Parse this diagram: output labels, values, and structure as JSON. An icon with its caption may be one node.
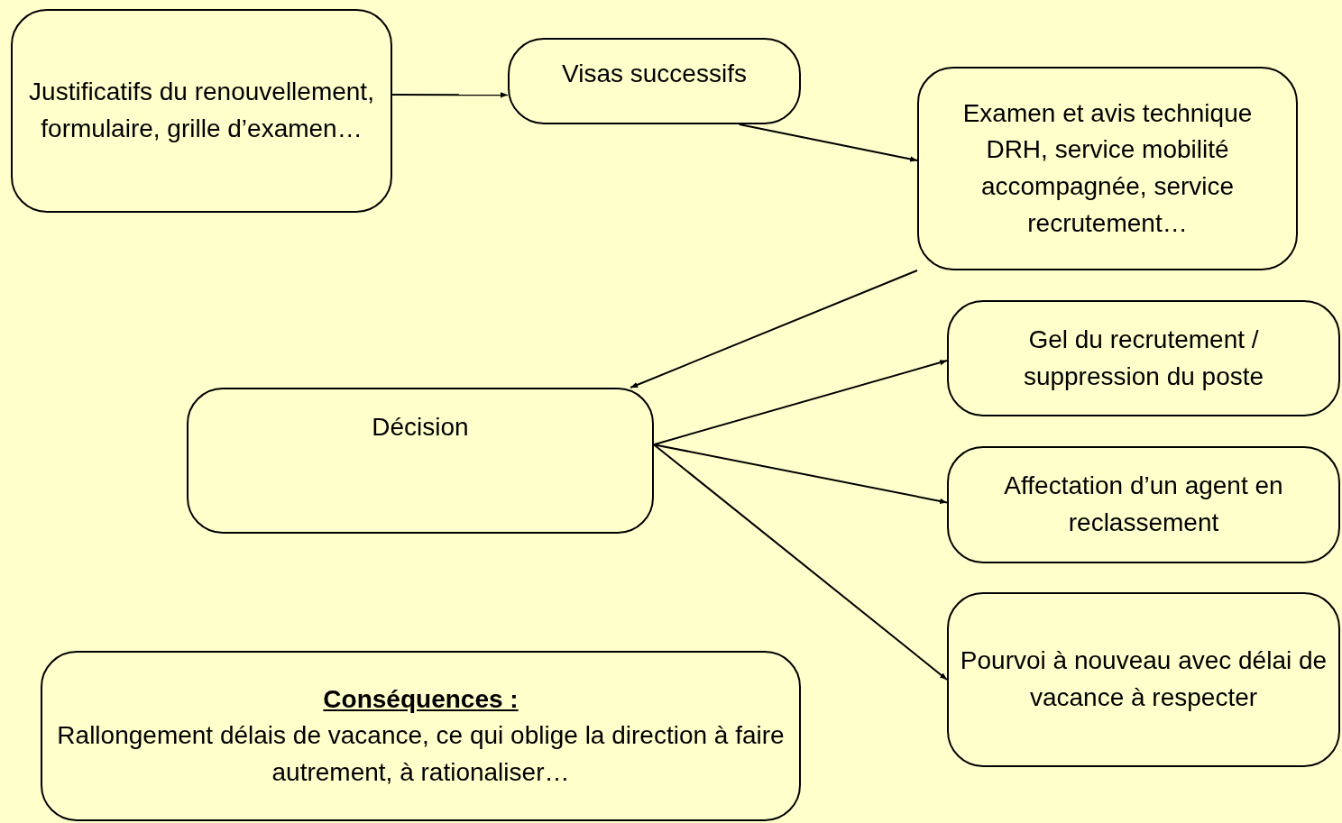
{
  "diagram": {
    "nodes": [
      {
        "text": [
          "Justificatifs du renouvellement, formulaire, grille d’examen…"
        ]
      },
      {
        "text": [
          "Visas successifs"
        ]
      },
      {
        "text": [
          "Examen et avis technique DRH, service mobilité accompagnée, service recrutement…"
        ]
      },
      {
        "text": [
          "Décision"
        ]
      },
      {
        "text": [
          "Gel du recrutement / suppression du poste"
        ]
      },
      {
        "text": [
          "Affectation d’un agent en reclassement"
        ]
      },
      {
        "text": [
          "Pourvoi à nouveau avec délai de vacance à respecter"
        ]
      },
      {
        "text": [
          "Conséquences :",
          "Rallongement délais de vacance, ce qui oblige la direction à faire autrement, à rationaliser…"
        ]
      }
    ],
    "edges": [
      {
        "from": 0,
        "to": 1,
        "arrow": "to"
      },
      {
        "from": 1,
        "to": 2,
        "arrow": "to"
      },
      {
        "from": 2,
        "to": 3,
        "arrow": "to"
      },
      {
        "from": 3,
        "to": 4,
        "arrow": "to"
      },
      {
        "from": 3,
        "to": 5,
        "arrow": "to"
      },
      {
        "from": 3,
        "to": 6,
        "arrow": "to"
      }
    ]
  }
}
